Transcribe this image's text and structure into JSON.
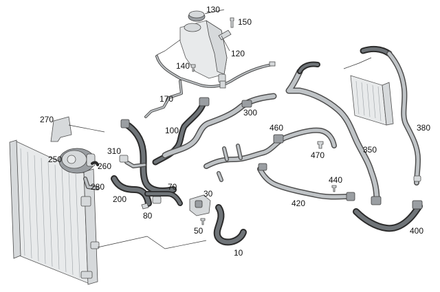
{
  "labels": {
    "p10": "10",
    "p30": "30",
    "p50": "50",
    "p70": "70",
    "p80": "80",
    "p100": "100",
    "p120": "120",
    "p130": "130",
    "p140": "140",
    "p150": "150",
    "p170": "170",
    "p200": "200",
    "p250": "250",
    "p260": "260",
    "p270": "270",
    "p280": "280",
    "p300": "300",
    "p310": "310",
    "p350": "350",
    "p380": "380",
    "p400": "400",
    "p420": "420",
    "p440": "440",
    "p460": "460",
    "p470": "470"
  }
}
